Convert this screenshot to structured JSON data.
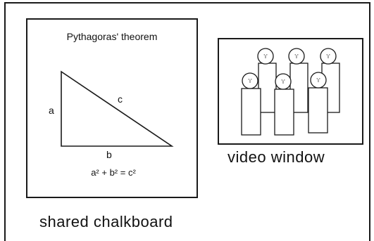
{
  "chalkboard": {
    "title": "Pythagoras' theorem",
    "label_a": "a",
    "label_b": "b",
    "label_c": "c",
    "equation": "a² + b² = c²",
    "caption": "shared chalkboard"
  },
  "video": {
    "caption": "video window",
    "participant_count": 6
  },
  "colors": {
    "ink": "#1a1a1a",
    "background": "#ffffff"
  }
}
